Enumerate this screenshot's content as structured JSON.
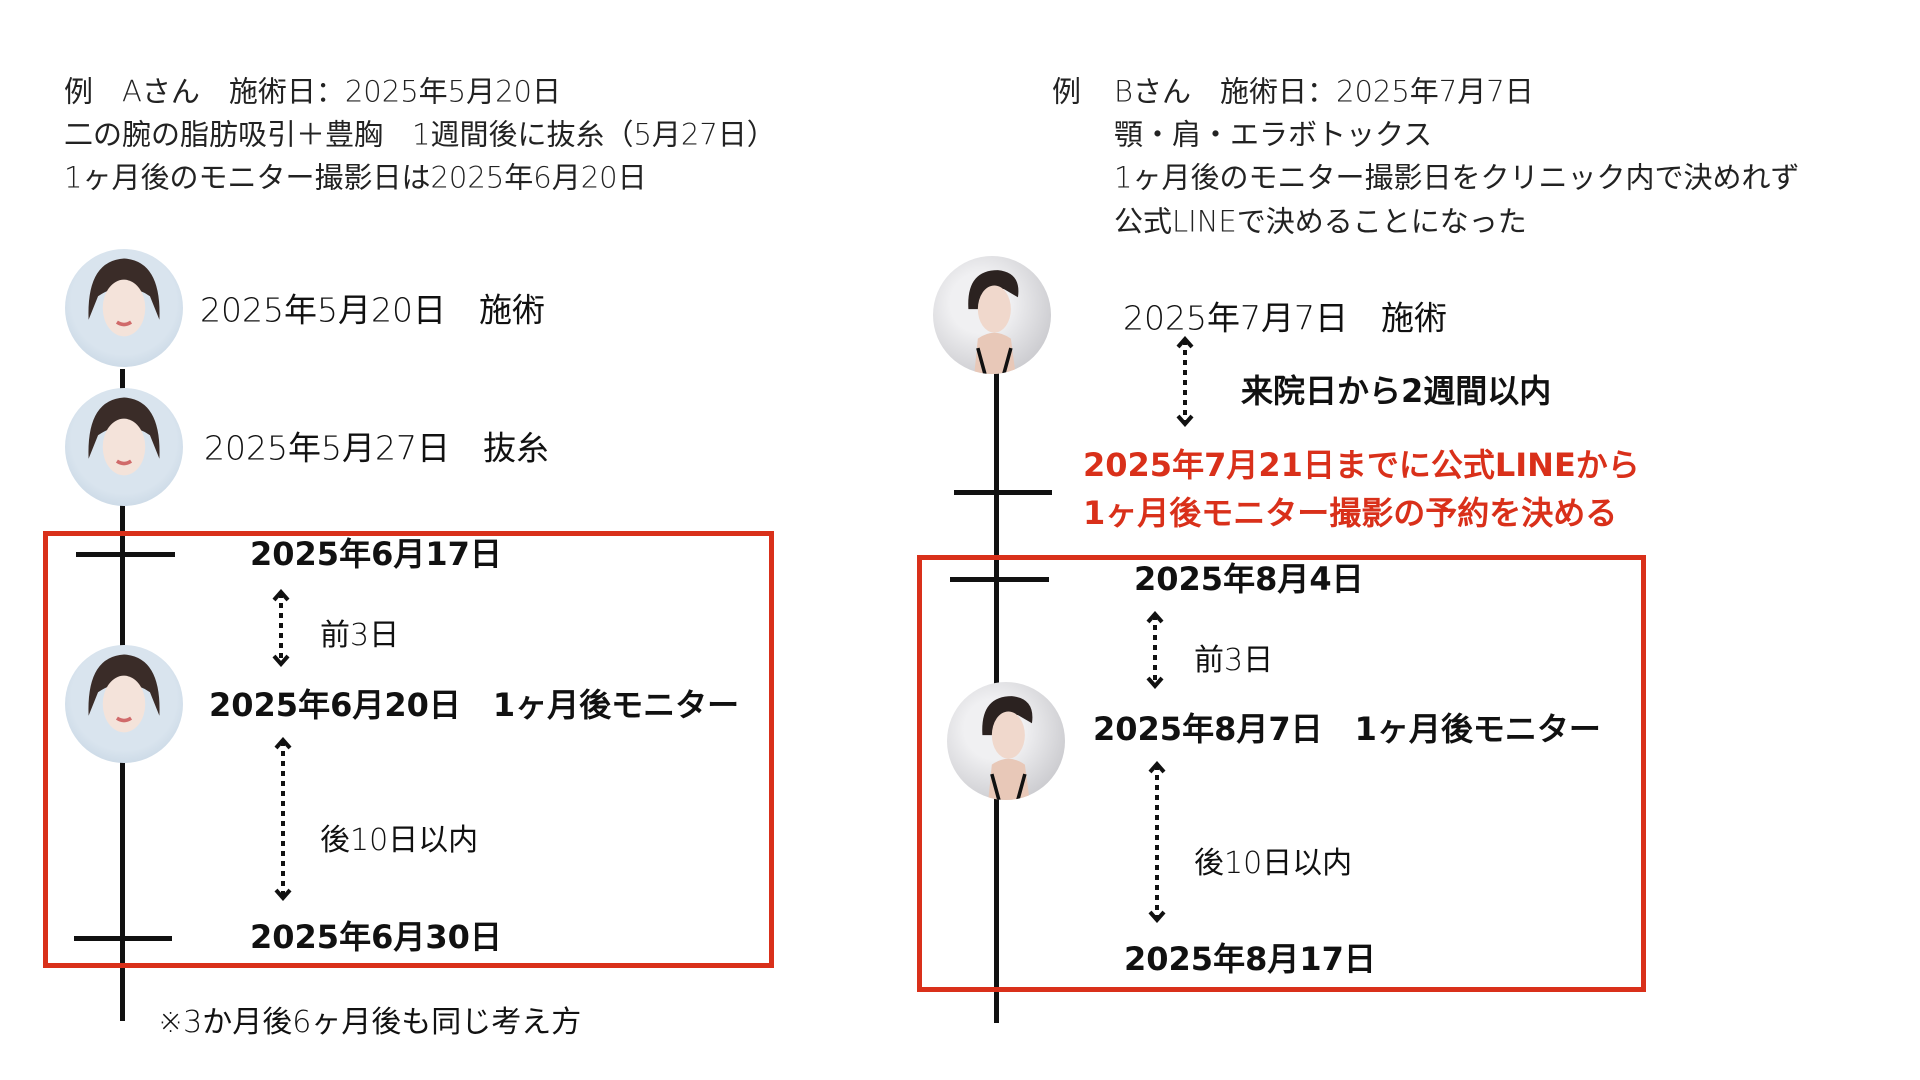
{
  "case_a": {
    "header": [
      "例　Aさん　施術日：2025年5月20日",
      "二の腕の脂肪吸引＋豊胸　1週間後に抜糸（5月27日）",
      "1ヶ月後のモニター撮影日は2025年6月20日"
    ],
    "events": {
      "surgery": "2025年5月20日　施術",
      "suture_removal": "2025年5月27日　抜糸",
      "window_start": "2025年6月17日",
      "before_label": "前3日",
      "monitor": "2025年6月20日　1ヶ月後モニター",
      "after_label": "後10日以内",
      "window_end": "2025年6月30日"
    },
    "note": "※3か月後6ヶ月後も同じ考え方"
  },
  "case_b": {
    "prefix": "例",
    "header": [
      "Bさん　施術日：2025年7月7日",
      "顎・肩・エラボトックス",
      "1ヶ月後のモニター撮影日をクリニック内で決めれず",
      "公式LINEで決めることになった"
    ],
    "events": {
      "surgery": "2025年7月7日　施術",
      "within_label": "来院日から2週間以内",
      "deadline_line1": "2025年7月21日までに公式LINEから",
      "deadline_line2": "1ヶ月後モニター撮影の予約を決める",
      "window_start": "2025年8月4日",
      "before_label": "前3日",
      "monitor": "2025年8月7日　1ヶ月後モニター",
      "after_label": "後10日以内",
      "window_end": "2025年8月17日"
    }
  },
  "colors": {
    "accent": "#d9301a",
    "line": "#111111"
  }
}
